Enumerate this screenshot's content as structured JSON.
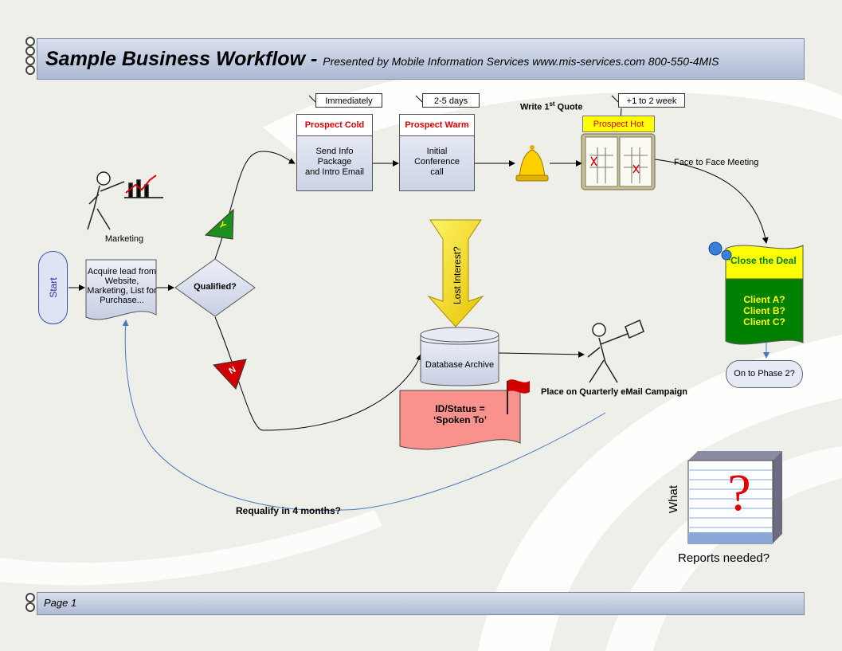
{
  "banner": {
    "title": "Sample Business Workflow - ",
    "subtitle": "Presented by Mobile Information Services www.mis-services.com 800-550-4MIS"
  },
  "footer": {
    "page": "Page 1"
  },
  "start": "Start",
  "marketing": "Marketing",
  "acquire": [
    "Acquire lead from",
    "Website,",
    "Marketing, List for",
    "Purchase..."
  ],
  "qualified": "Qualified?",
  "yes": "Y",
  "no": "N",
  "timers": {
    "cold": "Immediately",
    "warm": "2-5 days",
    "hot": "+1 to 2 week"
  },
  "prospect_cold": {
    "title": "Prospect Cold",
    "body": [
      "Send Info Package",
      "and Intro Email"
    ]
  },
  "prospect_warm": {
    "title": "Prospect Warm",
    "body": [
      "Initial Conference",
      "call"
    ]
  },
  "write_quote": {
    "text": "Write 1",
    "sup": "st",
    "rest": " Quote"
  },
  "prospect_hot": "Prospect Hot",
  "face_meeting": "Face to Face Meeting",
  "close_deal": "Close the Deal",
  "clients": [
    "Client A?",
    "Client B?",
    "Client C?"
  ],
  "phase2": "On to Phase 2?",
  "lost_interest": "Lost Interest?",
  "database": "Database Archive",
  "status": [
    "ID/Status =",
    "‘Spoken To’"
  ],
  "quarterly": "Place on Quarterly eMail Campaign",
  "requalify": "Requalify in 4 months?",
  "what": "What",
  "reports": "Reports needed?",
  "colors": {
    "accent_red": "#e00000",
    "deal_yellow": "#ffff00",
    "client_green": "#008000",
    "note_pink": "#f9928c"
  }
}
